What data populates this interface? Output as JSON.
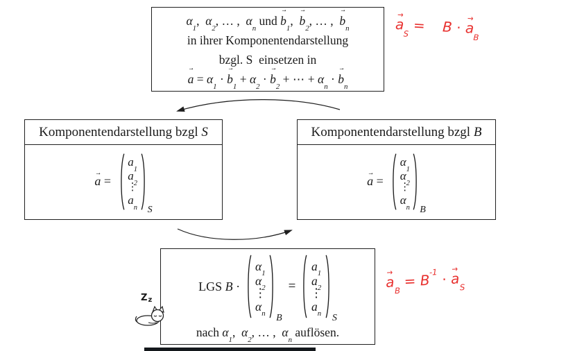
{
  "colors": {
    "ink": "#1f1f1f",
    "annotation_red": "#e8302e",
    "bottom_bar": "#14181c",
    "background": "#ffffff"
  },
  "top_box": {
    "lines": [
      [
        {
          "t": "α",
          "sub": "1"
        },
        {
          "t": ",  ",
          "rm": true
        },
        {
          "t": "α",
          "sub": "2"
        },
        {
          "t": ", … ,  ",
          "rm": true
        },
        {
          "t": "α",
          "sub": "n"
        },
        {
          "t": " und ",
          "rm": true
        },
        {
          "t": "b",
          "sub": "1",
          "vec": true
        },
        {
          "t": ",  ",
          "rm": true
        },
        {
          "t": "b",
          "sub": "2",
          "vec": true
        },
        {
          "t": ", … ,  ",
          "rm": true
        },
        {
          "t": "b",
          "sub": "n",
          "vec": true
        }
      ],
      [
        {
          "t": "in ihrer Komponentendarstellung",
          "rm": true
        }
      ],
      [
        {
          "t": "bzgl. S  einsetzen in",
          "rm": true
        }
      ],
      [
        {
          "t": "a",
          "vec": true
        },
        {
          "t": " = ",
          "rm": true
        },
        {
          "t": "α",
          "sub": "1"
        },
        {
          "t": " · ",
          "rm": true
        },
        {
          "t": "b",
          "sub": "1",
          "vec": true
        },
        {
          "t": " + ",
          "rm": true
        },
        {
          "t": "α",
          "sub": "2"
        },
        {
          "t": " · ",
          "rm": true
        },
        {
          "t": "b",
          "sub": "2",
          "vec": true
        },
        {
          "t": " + ⋯ + ",
          "rm": true
        },
        {
          "t": "α",
          "sub": "n"
        },
        {
          "t": " · ",
          "rm": true
        },
        {
          "t": "b",
          "sub": "n",
          "vec": true
        }
      ]
    ]
  },
  "left_box": {
    "title": [
      {
        "t": "Komponentendarstellung bzgl ",
        "rm": true
      },
      {
        "t": "S",
        "scr": true
      }
    ],
    "lhs": [
      {
        "t": "a",
        "vec": true
      },
      {
        "t": " = ",
        "rm": true
      }
    ],
    "entries": [
      {
        "t": "a",
        "sub": "1"
      },
      {
        "t": "a",
        "sub": "2"
      },
      {
        "t": "⋮",
        "rm": true,
        "dots": true
      },
      {
        "t": "a",
        "sub": "n"
      }
    ],
    "subscript": [
      {
        "t": "S",
        "scr": true
      }
    ]
  },
  "right_box": {
    "title": [
      {
        "t": "Komponentendarstellung bzgl ",
        "rm": true
      },
      {
        "t": "B",
        "scr": true
      }
    ],
    "lhs": [
      {
        "t": "a",
        "vec": true
      },
      {
        "t": " = ",
        "rm": true
      }
    ],
    "entries": [
      {
        "t": "α",
        "sub": "1"
      },
      {
        "t": "α",
        "sub": "2"
      },
      {
        "t": "⋮",
        "rm": true,
        "dots": true
      },
      {
        "t": "α",
        "sub": "n"
      }
    ],
    "subscript": [
      {
        "t": "B",
        "scr": true
      }
    ]
  },
  "bottom_box": {
    "prefix": [
      {
        "t": "LGS ",
        "rm": true
      },
      {
        "t": "B"
      },
      {
        "t": " · ",
        "rm": true
      }
    ],
    "vec_b_entries": [
      {
        "t": "α",
        "sub": "1"
      },
      {
        "t": "α",
        "sub": "2"
      },
      {
        "t": "⋮",
        "rm": true,
        "dots": true
      },
      {
        "t": "α",
        "sub": "n"
      }
    ],
    "vec_b_subscript": [
      {
        "t": "B",
        "scr": true
      }
    ],
    "equals": [
      {
        "t": "=",
        "rm": true
      }
    ],
    "vec_s_entries": [
      {
        "t": "a",
        "sub": "1"
      },
      {
        "t": "a",
        "sub": "2"
      },
      {
        "t": "⋮",
        "rm": true,
        "dots": true
      },
      {
        "t": "a",
        "sub": "n"
      }
    ],
    "vec_s_subscript": [
      {
        "t": "S",
        "scr": true
      }
    ],
    "line2": [
      {
        "t": "nach ",
        "rm": true
      },
      {
        "t": "α",
        "sub": "1"
      },
      {
        "t": ",  ",
        "rm": true
      },
      {
        "t": "α",
        "sub": "2"
      },
      {
        "t": ", … ,  ",
        "rm": true
      },
      {
        "t": "α",
        "sub": "n"
      },
      {
        "t": " auflösen.",
        "rm": true
      }
    ]
  },
  "annotations": {
    "top": [
      {
        "t": "a",
        "vec": true,
        "sub": "S"
      },
      {
        "t": " = ",
        "rm": true
      },
      {
        "t": "   ",
        "rm": true
      },
      {
        "t": "B"
      },
      {
        "t": " · ",
        "rm": true
      },
      {
        "t": "a",
        "vec": true,
        "sub": "B"
      }
    ],
    "bottom": [
      {
        "t": "a",
        "vec": true,
        "sub": "B"
      },
      {
        "t": " = ",
        "rm": true
      },
      {
        "t": "B",
        "sup": "-1"
      },
      {
        "t": " · ",
        "rm": true
      },
      {
        "t": "a",
        "vec": true,
        "sub": "S"
      }
    ]
  },
  "cursor": {
    "z1": "Z",
    "z2": "z"
  }
}
